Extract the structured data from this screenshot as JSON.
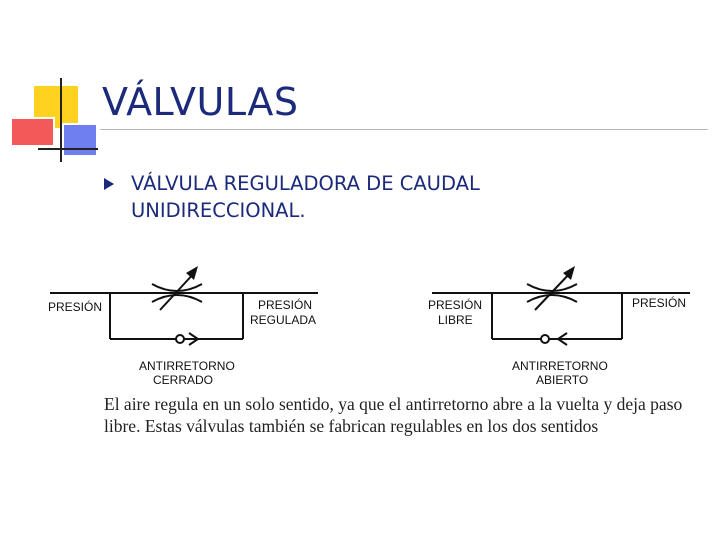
{
  "slide": {
    "title": "VÁLVULAS",
    "bullets": [
      "VÁLVULA REGULADORA DE CAUDAL UNIDIRECCIONAL."
    ]
  },
  "diagram_left": {
    "input_label": "PRESIÓN",
    "output_label_1": "PRESIÓN",
    "output_label_2": "REGULADA",
    "check_label_1": "ANTIRRETORNO",
    "check_label_2": "CERRADO"
  },
  "diagram_right": {
    "input_label_1": "PRESIÓN",
    "input_label_2": "LIBRE",
    "output_label": "PRESIÓN",
    "check_label_1": "ANTIRRETORNO",
    "check_label_2": "ABIERTO"
  },
  "caption": "El aire regula en un solo sentido, ya que el antirretorno abre a la vuelta y deja paso libre. Estas válvulas también se fabrican regulables en los dos sentidos",
  "colors": {
    "title": "#1b2a7a",
    "deco_yellow": "#ffd21f",
    "deco_red": "#f25a5a",
    "deco_blue": "#6f7ff0"
  }
}
